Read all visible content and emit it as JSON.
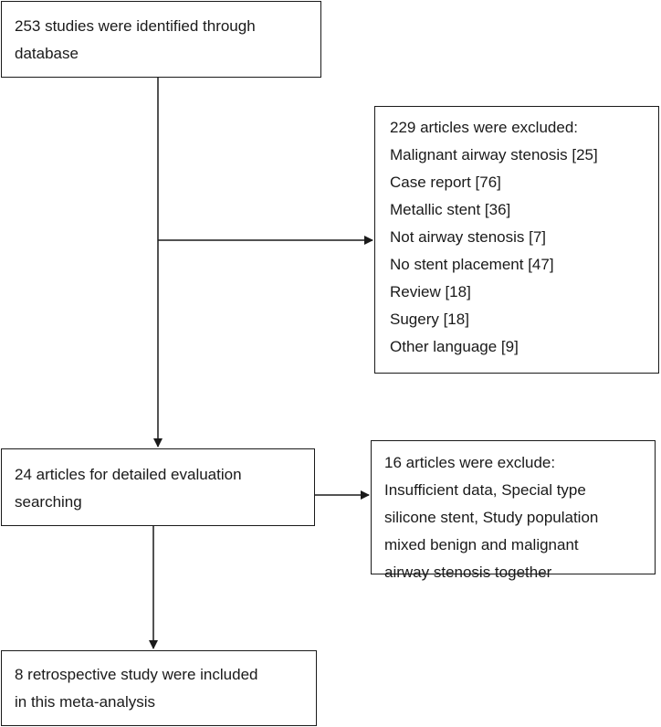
{
  "identified": {
    "lines": [
      "253 studies were identified through",
      "database"
    ]
  },
  "excluded_first": {
    "heading": "229 articles were excluded:",
    "reasons": [
      "Malignant airway stenosis [25]",
      "Case report [76]",
      "Metallic stent [36]",
      "Not airway stenosis [7]",
      "No stent placement [47]",
      "Review [18]",
      "Sugery [18]",
      "Other language [9]"
    ]
  },
  "evaluation": {
    "lines": [
      "24 articles for detailed evaluation",
      "searching"
    ]
  },
  "excluded_second": {
    "lines": [
      "16 articles were exclude:",
      "Insufficient data, Special type",
      "silicone stent, Study population",
      "mixed benign and malignant",
      "airway stenosis together"
    ]
  },
  "included": {
    "lines": [
      "8 retrospective study were included",
      "in this meta-analysis"
    ]
  },
  "colors": {
    "stroke": "#1a1a1a",
    "background": "#ffffff"
  }
}
